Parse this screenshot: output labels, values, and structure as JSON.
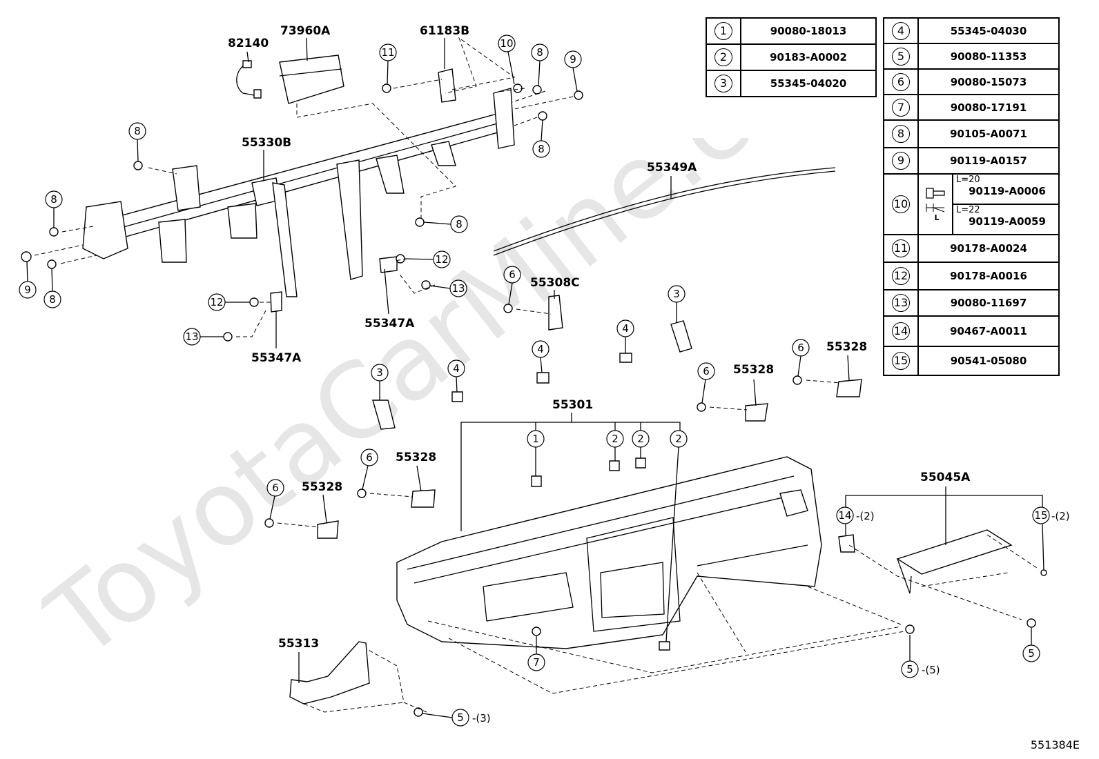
{
  "watermark": "ToyotaCarMine.com",
  "drawing_id": "551384E",
  "labels": {
    "l82140": "82140",
    "l73960A": "73960A",
    "l61183B": "61183B",
    "l55330B": "55330B",
    "l55349A": "55349A",
    "l55308C": "55308C",
    "l55347A_a": "55347A",
    "l55347A_b": "55347A",
    "l55301": "55301",
    "l55328_a": "55328",
    "l55328_b": "55328",
    "l55328_c": "55328",
    "l55328_d": "55328",
    "l55045A": "55045A",
    "l55313": "55313"
  },
  "callouts": {
    "c8_a": "8",
    "c8_b": "8",
    "c8_c": "8",
    "c8_d": "8",
    "c8_e": "8",
    "c8_f": "8",
    "c9_a": "9",
    "c9_b": "9",
    "c10": "10",
    "c11": "11",
    "c12_a": "12",
    "c12_b": "12",
    "c13_a": "13",
    "c13_b": "13",
    "c6_a": "6",
    "c6_b": "6",
    "c6_c": "6",
    "c6_d": "6",
    "c6_e": "6",
    "c3_a": "3",
    "c3_b": "3",
    "c4_a": "4",
    "c4_b": "4",
    "c4_c": "4",
    "c1": "1",
    "c2_a": "2",
    "c2_b": "2",
    "c2_c": "2",
    "c7": "7",
    "c5_a": "5",
    "c5_b": "5",
    "c5_c": "5",
    "c14": "14",
    "c15": "15"
  },
  "qty": {
    "q14": "-(2)",
    "q15": "-(2)",
    "q5_b": "-(5)",
    "q5_c": "-(3)"
  },
  "table_left": [
    {
      "idx": "1",
      "part": "90080-18013"
    },
    {
      "idx": "2",
      "part": "90183-A0002"
    },
    {
      "idx": "3",
      "part": "55345-04020"
    }
  ],
  "table_right": [
    {
      "idx": "4",
      "part": "55345-04030"
    },
    {
      "idx": "5",
      "part": "90080-11353"
    },
    {
      "idx": "6",
      "part": "90080-15073"
    },
    {
      "idx": "7",
      "part": "90080-17191"
    },
    {
      "idx": "8",
      "part": "90105-A0071"
    },
    {
      "idx": "9",
      "part": "90119-A0157"
    },
    {
      "idx": "10",
      "l20": "L=20",
      "part_a": "90119-A0006",
      "l22": "L=22",
      "part_b": "90119-A0059",
      "l_mark": "L"
    },
    {
      "idx": "11",
      "part": "90178-A0024"
    },
    {
      "idx": "12",
      "part": "90178-A0016"
    },
    {
      "idx": "13",
      "part": "90080-11697"
    },
    {
      "idx": "14",
      "part": "90467-A0011"
    },
    {
      "idx": "15",
      "part": "90541-05080"
    }
  ]
}
